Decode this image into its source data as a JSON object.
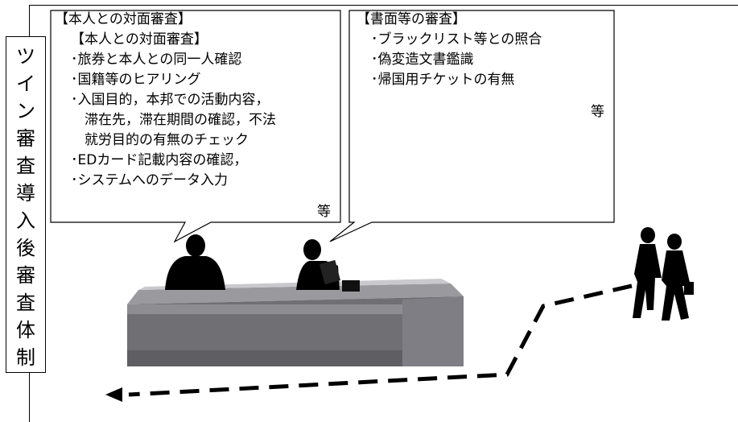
{
  "side_label": [
    "ツ",
    "イ",
    "ン",
    "審",
    "査",
    "導",
    "入",
    "後",
    "審",
    "査",
    "体",
    "制"
  ],
  "left_box": {
    "header": "【本人との対面審査】",
    "subheader": "【本人との対面審査】",
    "lines": [
      "･旅券と本人との同一人確認",
      "･国籍等のヒアリング",
      "･入国目的，本邦での活動内容，",
      "　滞在先，滞在期間の確認，不法",
      "　就労目的の有無のチェック",
      "･EDカード記載内容の確認，",
      "･システムへのデータ入力"
    ],
    "etc": "等"
  },
  "right_box": {
    "header": "【書面等の審査】",
    "lines": [
      "･ブラックリスト等との照合",
      "･偽変造文書鑑識",
      "･帰国用チケットの有無"
    ],
    "etc": "等"
  }
}
